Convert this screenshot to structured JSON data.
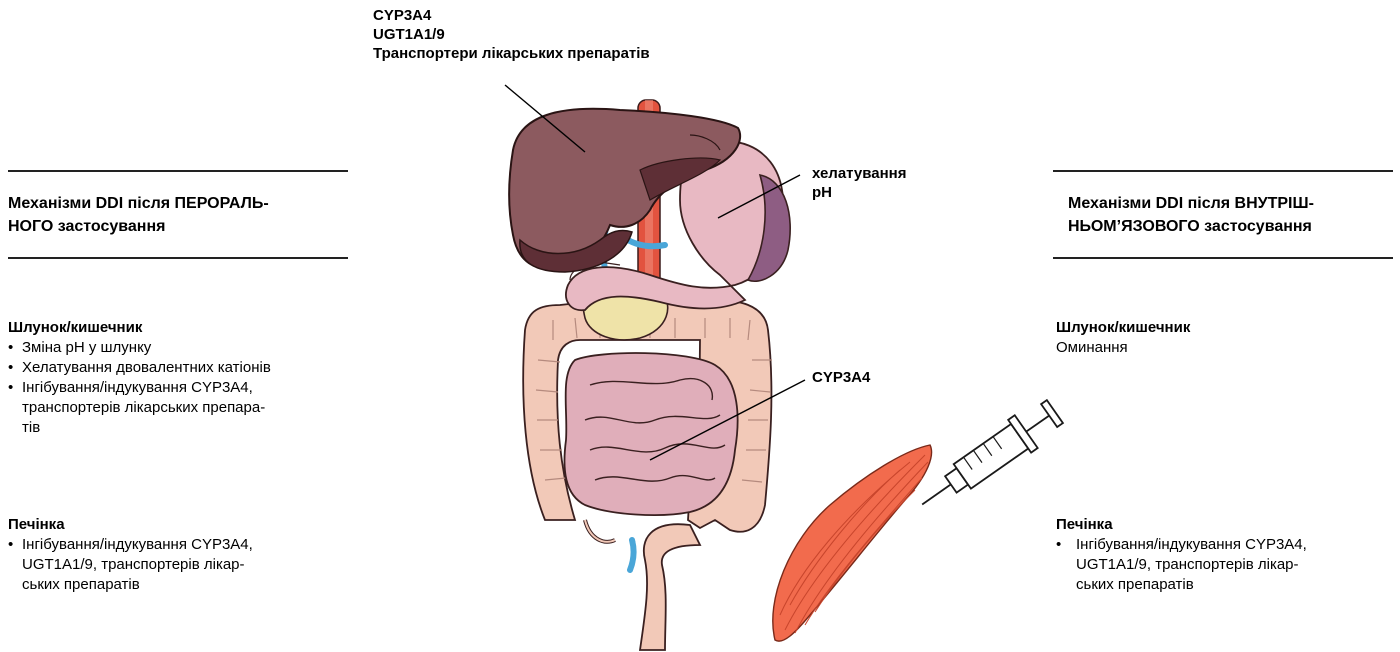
{
  "left": {
    "heading_lines": [
      "Механізми DDI після ПЕРОРАЛЬ-",
      "НОГО застосування"
    ],
    "gi": {
      "title": "Шлунок/кишечник",
      "items": [
        "Зміна pH у шлунку",
        "Хелатування двовалентних катіонів",
        "Інгібування/індукування CYP3A4, транспортерів лікарських препара-тів"
      ],
      "item3_lines": [
        "Інгібування/індукування CYP3A4,",
        "транспортерів лікарських препара-",
        "тів"
      ]
    },
    "liver": {
      "title": "Печінка",
      "item_lines": [
        "Інгібування/індукування CYP3A4,",
        "UGT1A1/9, транспортерів лікар-",
        "ських препаратів"
      ]
    }
  },
  "right": {
    "heading_lines": [
      "Механізми DDI після ВНУТРІШ-",
      "НЬОМ’ЯЗОВОГО застосування"
    ],
    "gi": {
      "title": "Шлунок/кишечник",
      "text": "Оминання"
    },
    "liver": {
      "title": "Печінка",
      "item_lines": [
        "Інгібування/індукування CYP3A4,",
        "UGT1A1/9, транспортерів лікар-",
        "ських препаратів"
      ]
    }
  },
  "labels": {
    "liver_lines": [
      "CYP3A4",
      "UGT1A1/9",
      "Транспортери лікарських препаратів"
    ],
    "stomach_lines": [
      "хелатування",
      "pH"
    ],
    "intestine": "CYP3A4"
  },
  "colors": {
    "liver": "#8c5a5f",
    "liver_dark": "#5e2f36",
    "stomach": "#e8b9c3",
    "colon": "#f2c9b8",
    "small_intestine": "#e0aeba",
    "pancreas": "#efe3a8",
    "gallbladder": "#7cc64a",
    "aorta": "#e2533f",
    "vessel": "#4aa6d8",
    "muscle": "#f26b4d"
  },
  "icons": [
    "liver-illustration",
    "stomach-illustration",
    "colon-illustration",
    "small-intestine-illustration",
    "muscle-illustration",
    "syringe-icon"
  ]
}
